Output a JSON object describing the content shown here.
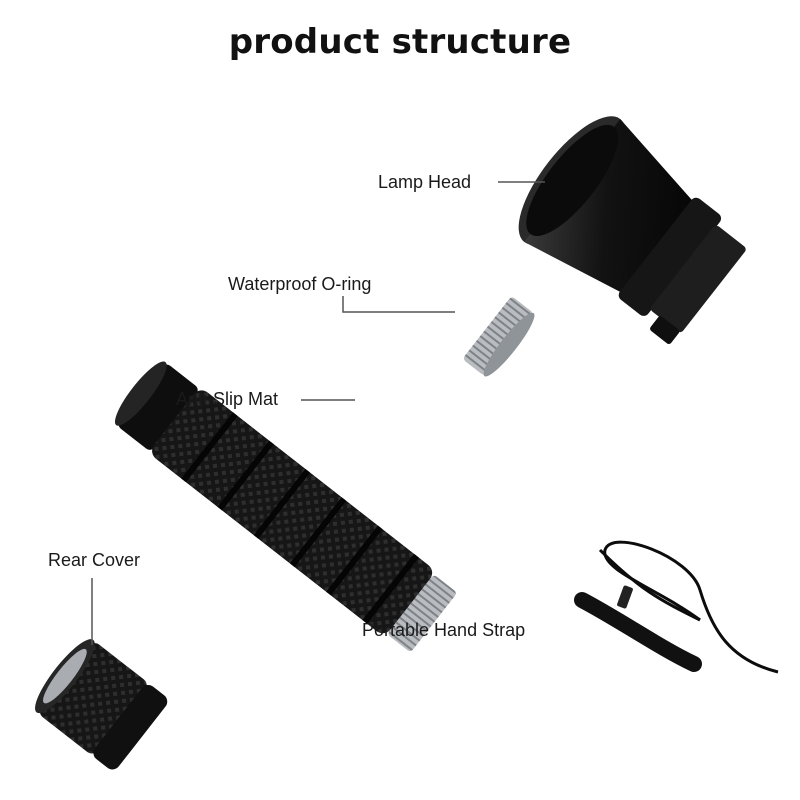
{
  "title": "product structure",
  "labels": {
    "lamp_head": "Lamp Head",
    "waterproof_oring": "Waterproof O-ring",
    "anti_slip_mat": "Anti-Slip Mat",
    "rear_cover": "Rear Cover",
    "hand_strap": "Portable Hand Strap"
  },
  "colors": {
    "body": "#141414",
    "thread": "#b8bcbf",
    "leader": "#555555",
    "text": "#1a1a1a"
  }
}
